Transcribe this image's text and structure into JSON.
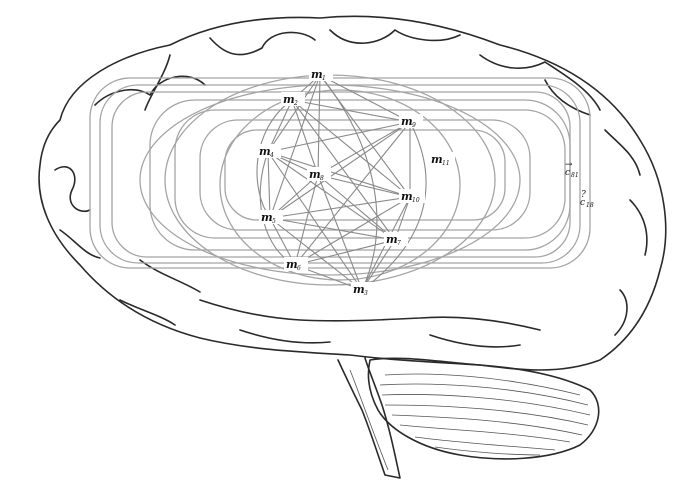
{
  "diagram": {
    "nodes": [
      {
        "id": "m1",
        "base": "m",
        "sub": "1"
      },
      {
        "id": "m2",
        "base": "m",
        "sub": "2"
      },
      {
        "id": "m3",
        "base": "m",
        "sub": "3"
      },
      {
        "id": "m4",
        "base": "m",
        "sub": "4"
      },
      {
        "id": "m5",
        "base": "m",
        "sub": "5"
      },
      {
        "id": "m6",
        "base": "m",
        "sub": "6"
      },
      {
        "id": "m7",
        "base": "m",
        "sub": "7"
      },
      {
        "id": "m8",
        "base": "m",
        "sub": "8"
      },
      {
        "id": "m9",
        "base": "m",
        "sub": "9"
      },
      {
        "id": "m10",
        "base": "m",
        "sub": "10"
      },
      {
        "id": "m11",
        "base": "m",
        "sub": "11"
      }
    ],
    "side_labels": [
      {
        "base": "c",
        "sub": "81",
        "accent": "→"
      },
      {
        "base": "c",
        "sub": "18",
        "accent": "?"
      }
    ]
  }
}
